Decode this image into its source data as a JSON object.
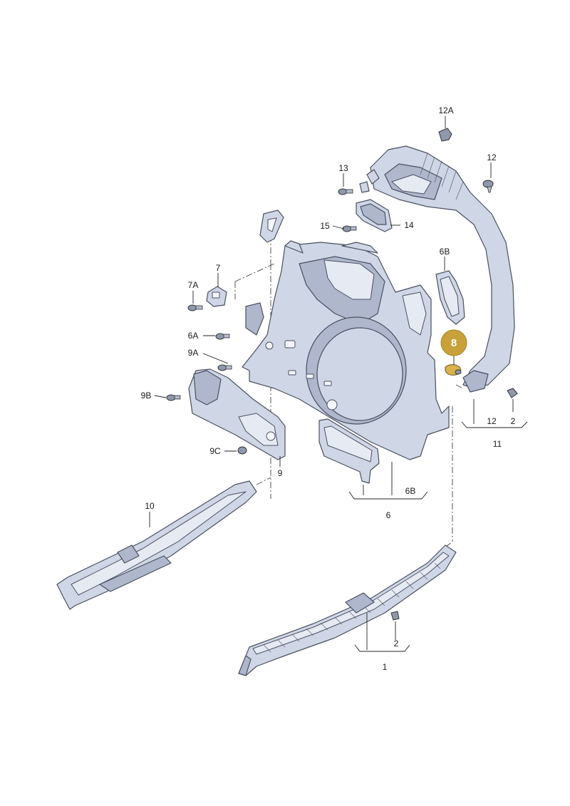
{
  "labels": {
    "l12a": "12A",
    "l13": "13",
    "l12top": "12",
    "l15": "15",
    "l14": "14",
    "l6b_top": "6B",
    "l7": "7",
    "l7a": "7A",
    "l6a": "6A",
    "l9a": "9A",
    "l9b": "9B",
    "l9c": "9C",
    "l9": "9",
    "l8": "8",
    "l12mid": "12",
    "l2mid": "2",
    "l11": "11",
    "l6b_bottom": "6B",
    "l6": "6",
    "l10": "10",
    "l2bottom": "2",
    "l1": "1"
  },
  "colors": {
    "part_fill": "#cfd6e6",
    "highlight_badge": "#c9a13a",
    "highlight_text": "#ffffff",
    "line": "#222222"
  }
}
